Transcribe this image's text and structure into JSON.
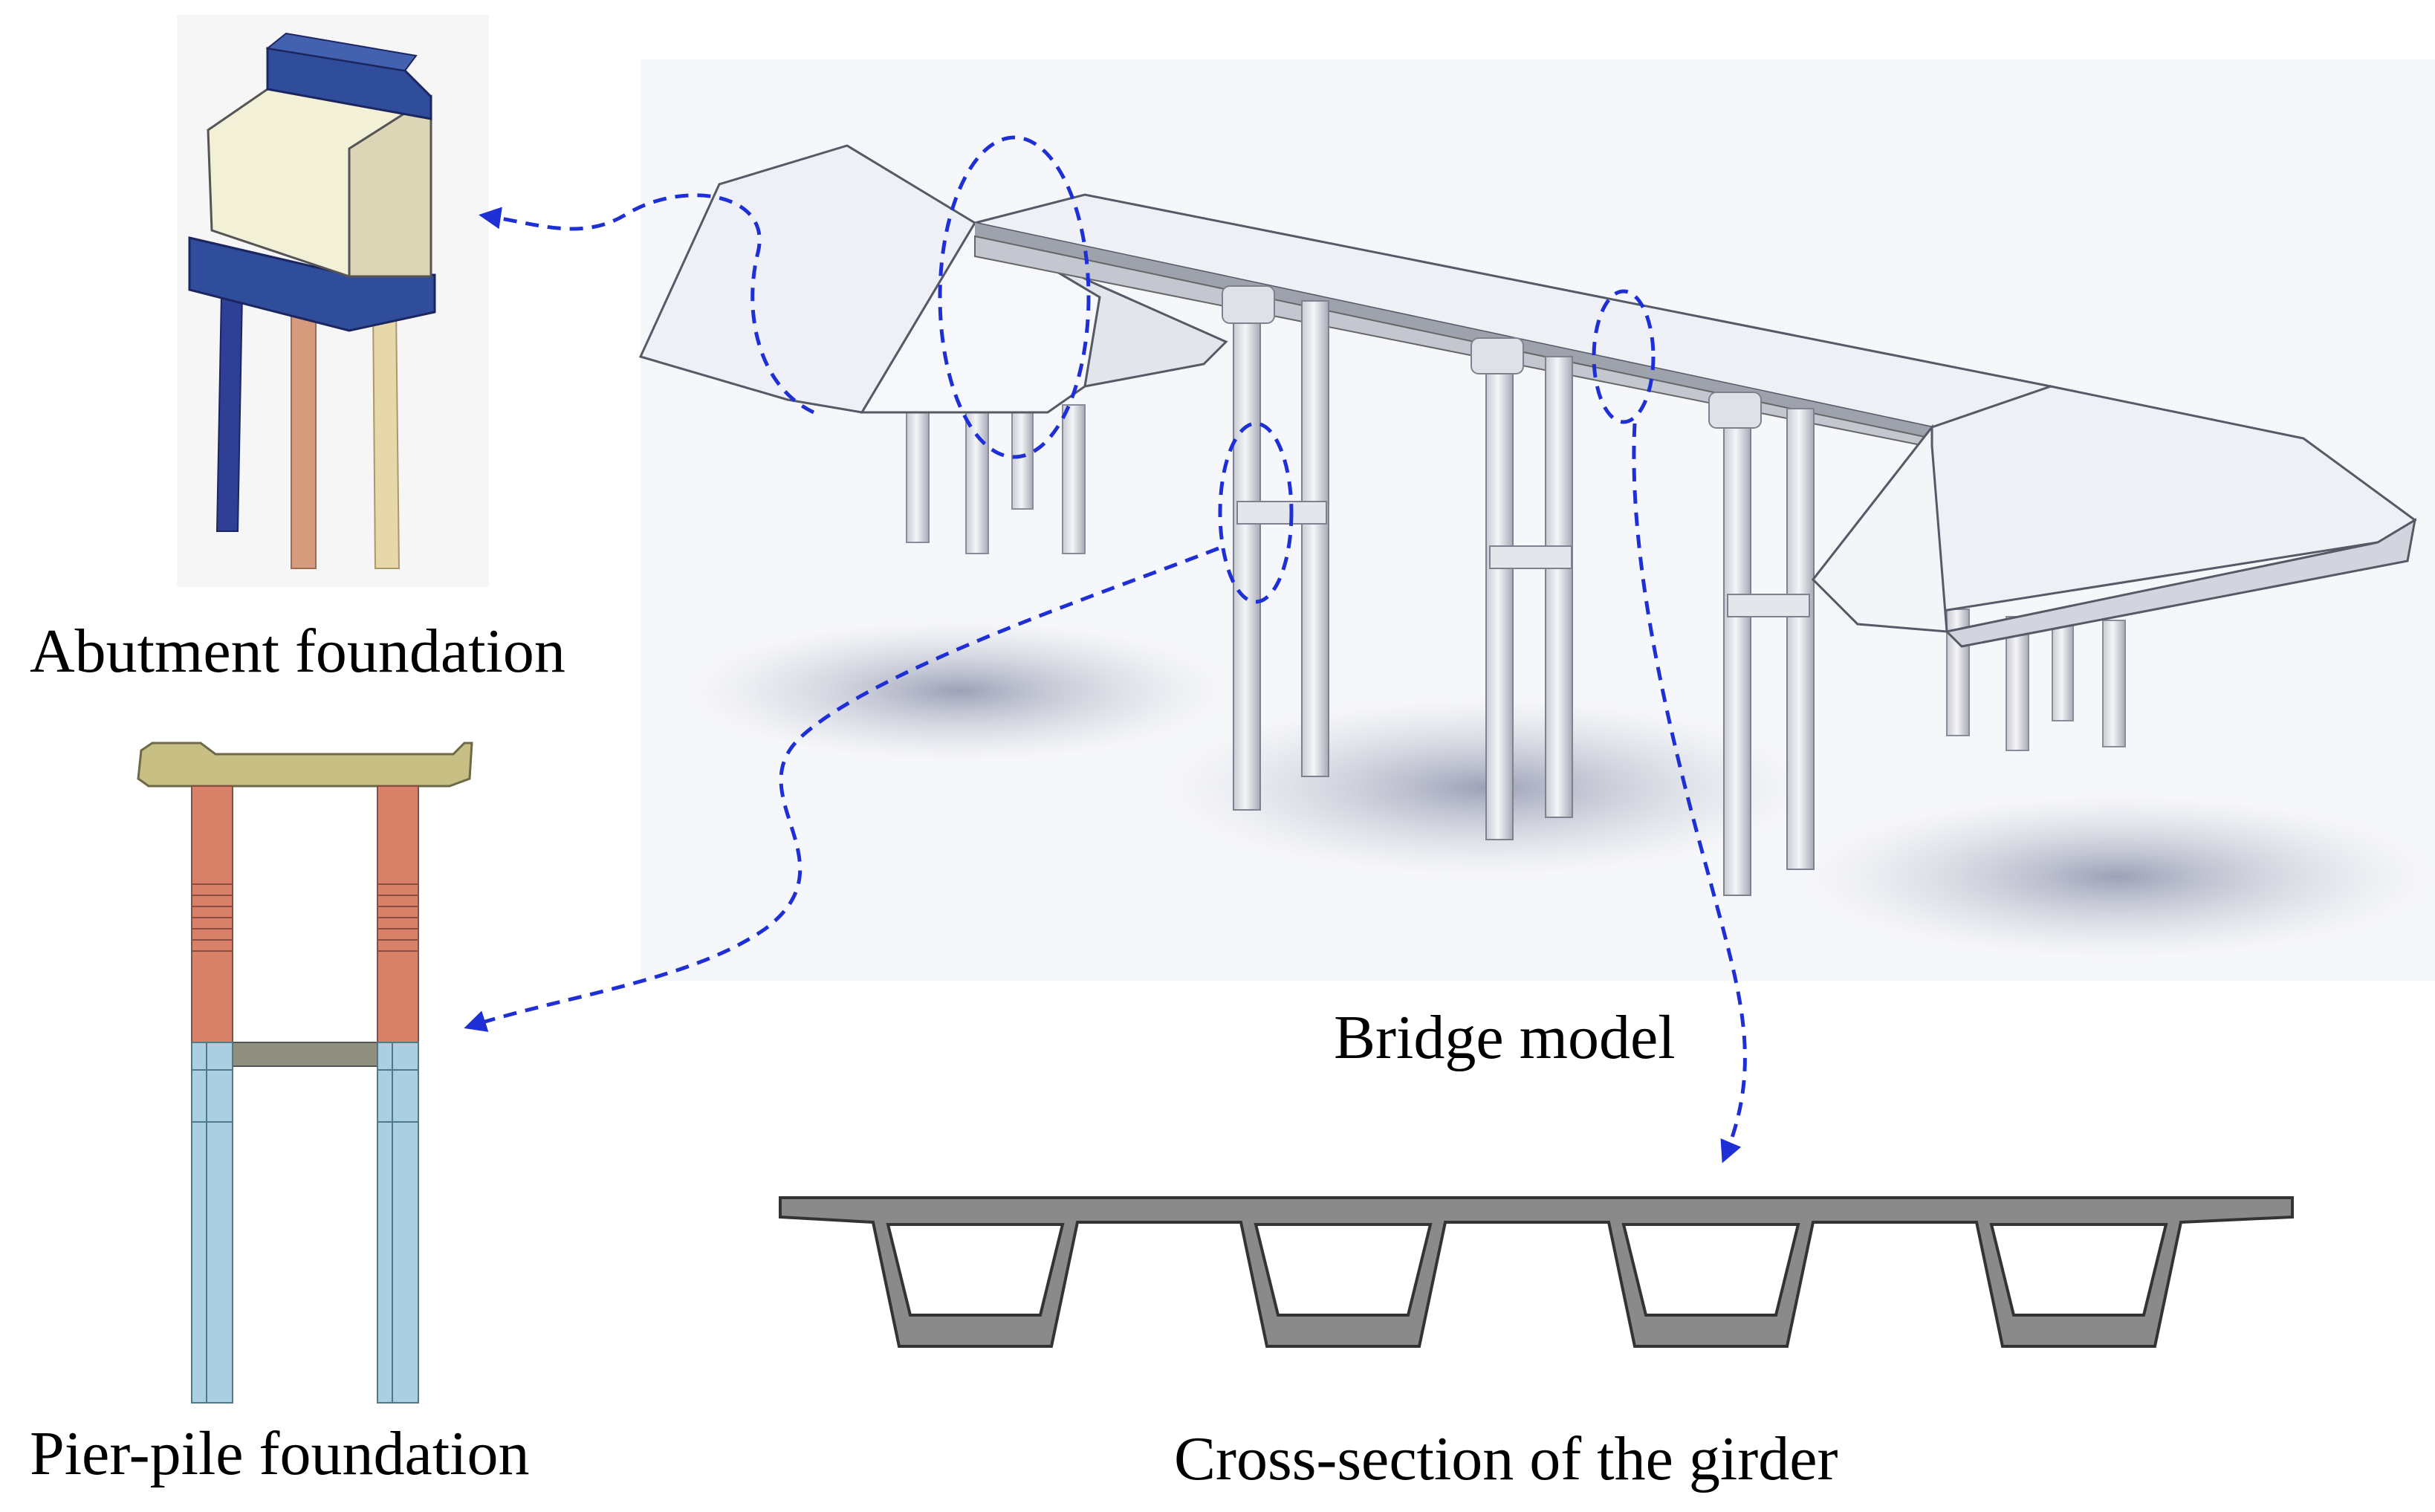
{
  "captions": {
    "abutment": "Abutment foundation",
    "pier": "Pier-pile foundation",
    "bridge": "Bridge model",
    "girder": "Cross-section of the girder"
  },
  "colors": {
    "callout": "#1f2fd6",
    "abutment_cap": "#2f4d9a",
    "abutment_wall": "#f3f0d8",
    "pile_dark": "#2e3f95",
    "pile_copper": "#d69a7c",
    "pile_cream": "#e6d8a8",
    "pier_cap": "#c8bf85",
    "pier_column": "#d98068",
    "pier_pile": "#a9cfe0",
    "tie_beam": "#8f8f80",
    "girder": "#8a8a8a",
    "bridge_surface": "#eef0f5",
    "bridge_shadow": "#9fa4ba"
  }
}
